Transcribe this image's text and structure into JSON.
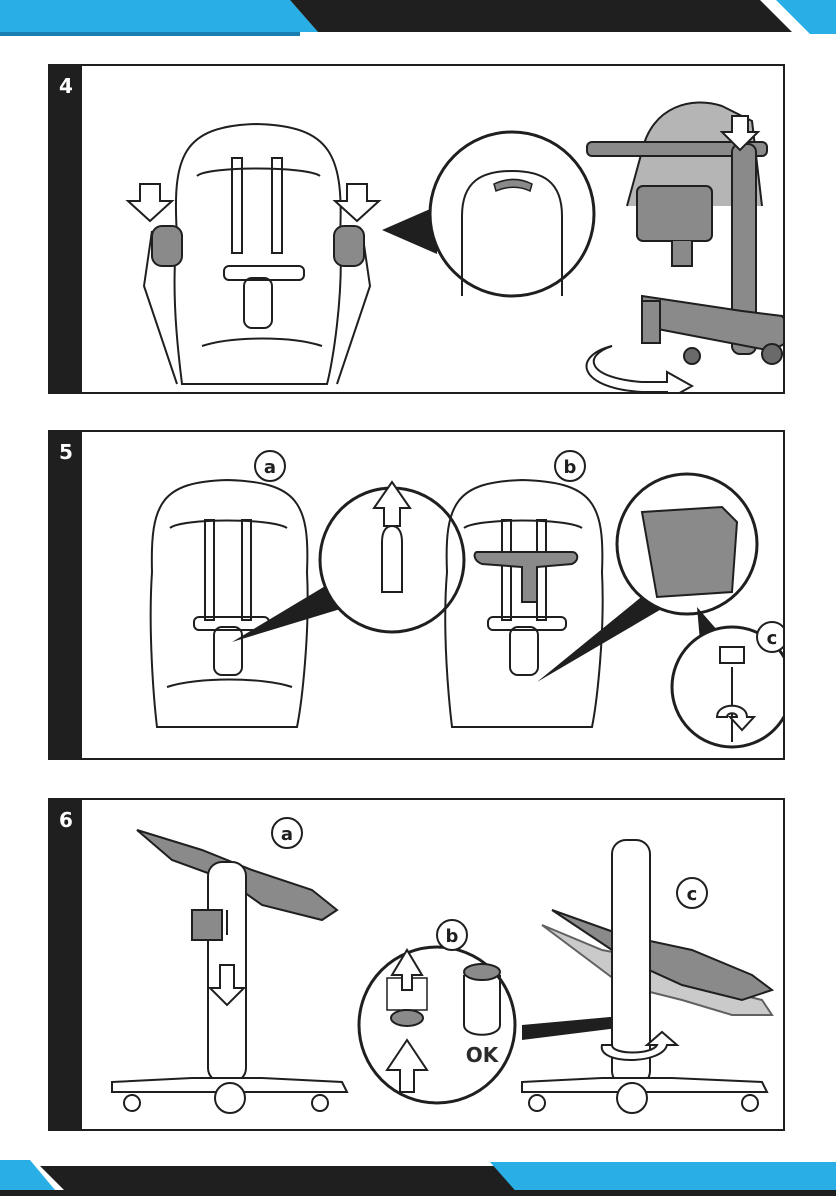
{
  "colors": {
    "accent_blue": "#29aee6",
    "dark_band": "#1f1f1f",
    "part_gray": "#8a8a8a"
  },
  "steps": [
    {
      "number": "4",
      "labels": []
    },
    {
      "number": "5",
      "labels": [
        "a",
        "b",
        "c"
      ]
    },
    {
      "number": "6",
      "labels": [
        "a",
        "b",
        "c"
      ],
      "ok_text": "OK"
    }
  ],
  "icons": [
    "down-arrow-icon",
    "up-arrow-icon",
    "rotate-arrow-icon",
    "magnifier-callout-icon"
  ]
}
